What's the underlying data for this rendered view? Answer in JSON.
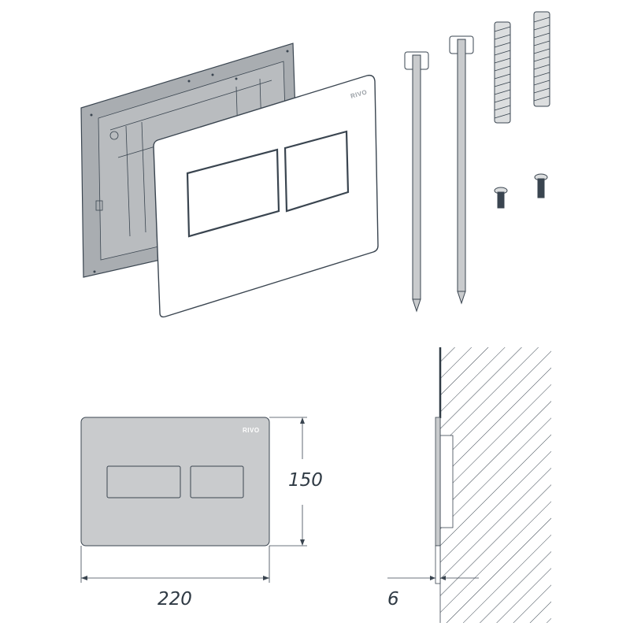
{
  "brand": "RIVO",
  "dimensions": {
    "width": "220",
    "height": "150",
    "depth": "6"
  },
  "colors": {
    "line": "#3a4550",
    "plate": "#c9cbcd",
    "frame": "#a9adb1"
  }
}
